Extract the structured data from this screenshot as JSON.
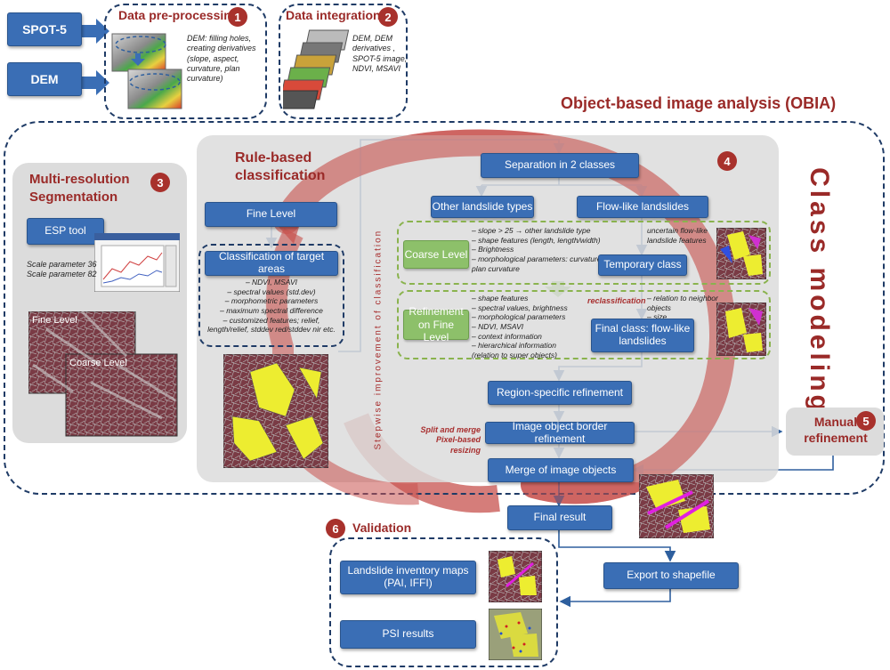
{
  "sources": {
    "spot": "SPOT-5",
    "dem": "DEM"
  },
  "preproc": {
    "title": "Data pre-processing",
    "num": "1",
    "note": "DEM: filling holes,\ncreating derivatives\n(slope, aspect,\ncurvature, plan\ncurvature)"
  },
  "integration": {
    "title": "Data integration",
    "num": "2",
    "note": "DEM, DEM\nderivatives ,\nSPOT-5 image,\nNDVI, MSAVI"
  },
  "obia_title": "Object-based image analysis (OBIA)",
  "class_modeling": "Class   modeling",
  "segmentation": {
    "title": "Multi-resolution\nSegmentation",
    "num": "3",
    "esp": "ESP tool",
    "params": "Scale parameter 36\nScale parameter 82",
    "fine": "Fine Level",
    "coarse": "Coarse Level"
  },
  "rule": {
    "title": "Rule-based\nclassification",
    "num": "4",
    "fine_level": "Fine Level",
    "target": "Classification of target areas",
    "target_note": "– NDVI, MSAVI\n– spectral values (std.dev)\n– morphometric parameters\n– maximum spectral difference\n– customized features; relief,\nlength/relief, stddev red/stddev nir etc.",
    "stepwise": "Stepwise improvement of classification"
  },
  "flow": {
    "separation": "Separation in 2 classes",
    "other": "Other landslide types",
    "flowlike": "Flow-like landslides",
    "coarse_level": "Coarse Level",
    "coarse_note": "– slope > 25 → other landslide type\n– shape features (length, length/width)\n– Brightness\n– morphological parameters: curvature,\n   plan curvature",
    "uncertain": "uncertain flow-like\nlandslide features",
    "temporary": "Temporary class",
    "reclass": "reclassification",
    "refine_fine": "Refinement\non Fine Level",
    "refine_note": "– shape features\n– spectral values, brightness\n– morphological parameters\n– NDVI, MSAVI\n– context information\n– hierarchical information\n   (relation to super objects)",
    "relation_note": "– relation to neighbor objects\n– size",
    "final_class": "Final class: flow-like\nlandslides",
    "region": "Region-specific refinement",
    "split": "Split and merge\nPixel-based resizing",
    "border": "Image object border refinement",
    "merge": "Merge of image objects",
    "final_result": "Final result",
    "export": "Export to shapefile"
  },
  "manual": {
    "title": "Manual\nrefinement",
    "num": "5"
  },
  "validation": {
    "title": "Validation",
    "num": "6",
    "inventory": "Landslide inventory maps\n(PAI, IFFI)",
    "psi": "PSI results"
  }
}
